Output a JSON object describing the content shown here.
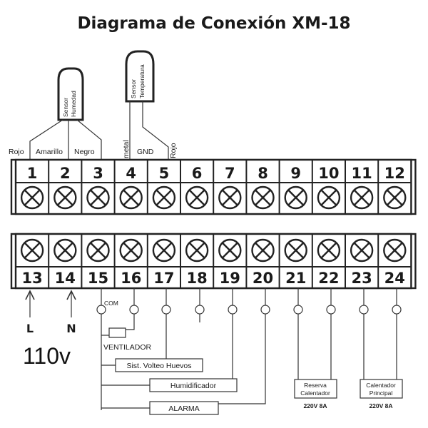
{
  "title": "Diagrama de Conexión  XM-18",
  "sensors": {
    "humidity": [
      "Sensor",
      "Humedad"
    ],
    "temperature": [
      "Sensor",
      "Temperatura"
    ]
  },
  "top_wire_labels": [
    "Rojo",
    "Amarillo",
    "Negro",
    "metal",
    "GND",
    "Rojo"
  ],
  "top_terminals": [
    "1",
    "2",
    "3",
    "4",
    "5",
    "6",
    "7",
    "8",
    "9",
    "10",
    "11",
    "12"
  ],
  "bottom_terminals": [
    "13",
    "14",
    "15",
    "16",
    "17",
    "18",
    "19",
    "20",
    "21",
    "22",
    "23",
    "24"
  ],
  "line_labels": {
    "l": "L",
    "n": "N"
  },
  "voltage": "110v",
  "com_label": "COM",
  "loads": {
    "ventilador": "VENTILADOR",
    "volteo": "Sist. Volteo Huevos",
    "humidificador": "Humidificador",
    "alarma": "ALARMA",
    "reserva": [
      "Reserva",
      "Calentador"
    ],
    "principal": [
      "Calentador",
      "Principal"
    ],
    "reserva_rating": "220V 8A",
    "principal_rating": "220V 8A"
  }
}
